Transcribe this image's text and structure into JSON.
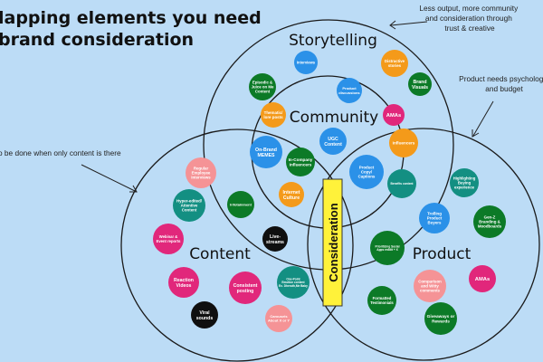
{
  "title_lines": [
    "lapping elements you need",
    "brand consideration"
  ],
  "annotations": [
    {
      "id": "top-right-note",
      "lines": [
        "Less output, more community",
        "and consideration through",
        "trust & creative"
      ]
    },
    {
      "id": "right-note",
      "lines": [
        "Product needs psychology",
        "and budget"
      ]
    },
    {
      "id": "left-note",
      "lines": [
        "o be done when only content is there"
      ]
    }
  ],
  "circles": {
    "storytelling": "Storytelling",
    "community": "Community",
    "content": "Content",
    "product": "Product"
  },
  "consideration_label": "Consideration",
  "colors": {
    "background": "#bcdcf6",
    "blue": "#2b91e8",
    "orange": "#f49a1a",
    "green": "#0c7a27",
    "teal": "#138f82",
    "magenta": "#e1277b",
    "pink": "#f59396",
    "black": "#0f0f0f",
    "yellow": "#fff23a"
  },
  "bubbles": [
    {
      "lines": [
        "Interviews"
      ],
      "color": "blue"
    },
    {
      "lines": [
        "Distractive",
        "stories"
      ],
      "color": "orange"
    },
    {
      "lines": [
        "Episodic &",
        "Juice on Me",
        "Content"
      ],
      "color": "green"
    },
    {
      "lines": [
        "Product",
        "discussions"
      ],
      "color": "blue"
    },
    {
      "lines": [
        "Brand",
        "Visuals"
      ],
      "color": "green"
    },
    {
      "lines": [
        "Thematic/",
        "lore posts"
      ],
      "color": "orange"
    },
    {
      "lines": [
        "AMAs"
      ],
      "color": "magenta"
    },
    {
      "lines": [
        "On-Brand",
        "MEMES"
      ],
      "color": "blue"
    },
    {
      "lines": [
        "UGC",
        "Content"
      ],
      "color": "blue"
    },
    {
      "lines": [
        "In-Company",
        "Influencers"
      ],
      "color": "green"
    },
    {
      "lines": [
        "Influencers"
      ],
      "color": "orange"
    },
    {
      "lines": [
        "Product",
        "Copy/",
        "Captions"
      ],
      "color": "blue"
    },
    {
      "lines": [
        "Benefits content"
      ],
      "color": "teal"
    },
    {
      "lines": [
        "Internet",
        "Culture"
      ],
      "color": "orange"
    },
    {
      "lines": [
        "Regular",
        "Employee",
        "Interviews"
      ],
      "color": "pink"
    },
    {
      "lines": [
        "Hyper-edited/",
        "Attentive",
        "Content"
      ],
      "color": "teal"
    },
    {
      "lines": [
        "Infotainment"
      ],
      "color": "green"
    },
    {
      "lines": [
        "Highlighting",
        "Buying",
        "experience"
      ],
      "color": "teal"
    },
    {
      "lines": [
        "Trolling",
        "Product",
        "Buyers"
      ],
      "color": "blue"
    },
    {
      "lines": [
        "Gen-Z",
        "Branding &",
        "Moodboards"
      ],
      "color": "green"
    },
    {
      "lines": [
        "Webinar &",
        "Event reports"
      ],
      "color": "magenta"
    },
    {
      "lines": [
        "Live-",
        "streams"
      ],
      "color": "black"
    },
    {
      "lines": [
        "Prioritizing Social",
        "Apps reddit + X"
      ],
      "color": "green"
    },
    {
      "lines": [
        "Reaction",
        "Videos"
      ],
      "color": "magenta"
    },
    {
      "lines": [
        "Consistent",
        "posting"
      ],
      "color": "magenta"
    },
    {
      "lines": [
        "One-Point",
        "Emotion content",
        "Ex. Dheruth,Me Baby"
      ],
      "color": "teal"
    },
    {
      "lines": [
        "Comparison",
        "and Witty",
        "comments"
      ],
      "color": "pink"
    },
    {
      "lines": [
        "AMAs"
      ],
      "color": "magenta"
    },
    {
      "lines": [
        "Viral",
        "sounds"
      ],
      "color": "black"
    },
    {
      "lines": [
        "Carousels",
        "About X or Y"
      ],
      "color": "pink"
    },
    {
      "lines": [
        "Formatted",
        "Testimonials"
      ],
      "color": "green"
    },
    {
      "lines": [
        "Giveaways or",
        "Rewards"
      ],
      "color": "green"
    }
  ]
}
